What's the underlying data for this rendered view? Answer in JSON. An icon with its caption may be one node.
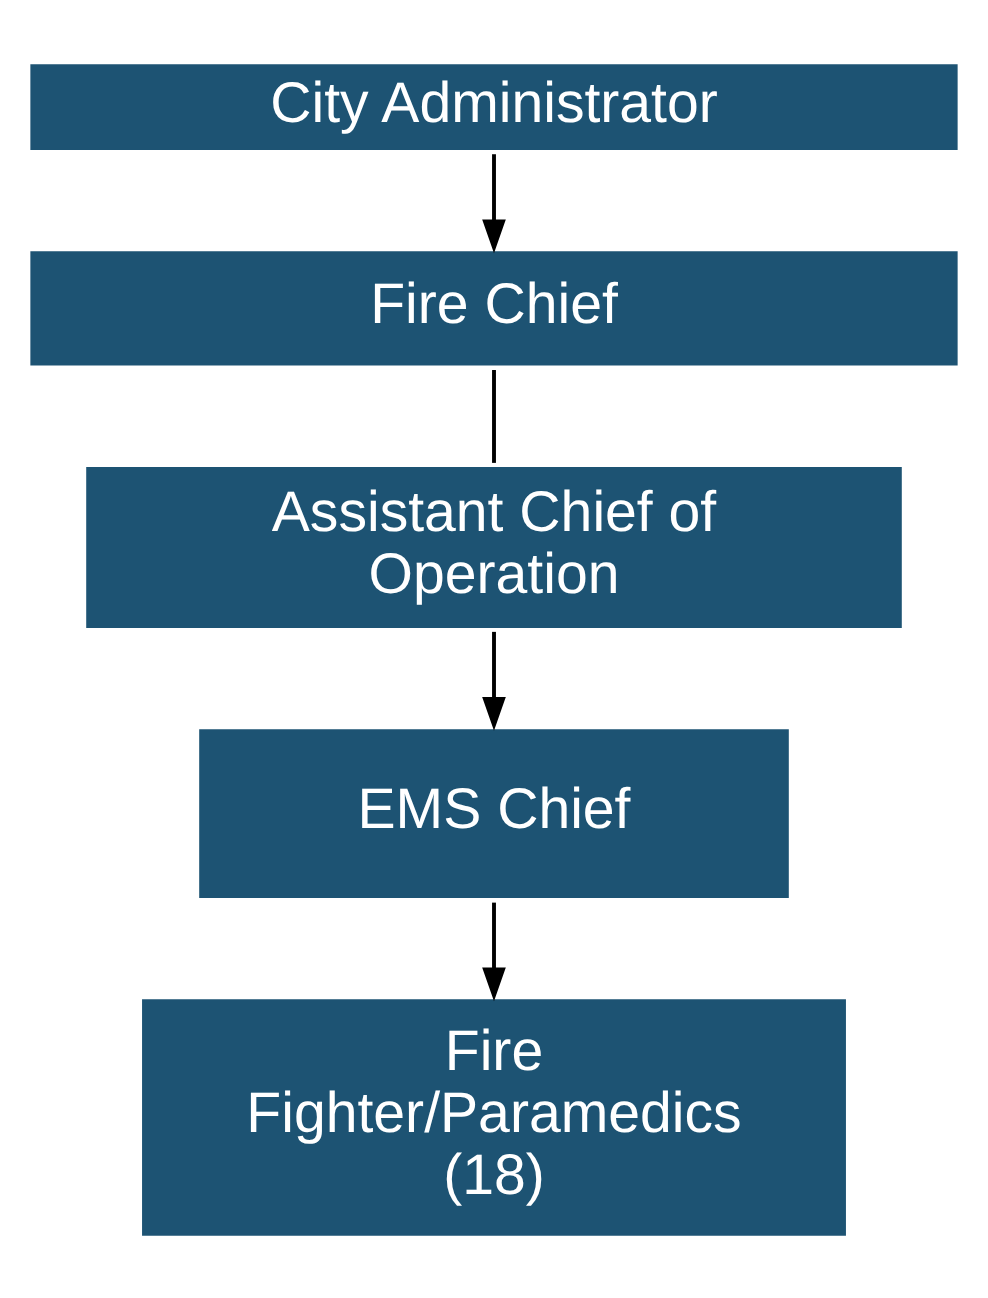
{
  "diagram": {
    "nodes": [
      {
        "text": [
          "City Administrator"
        ]
      },
      {
        "text": [
          "Fire Chief"
        ]
      },
      {
        "text": [
          "Assistant Chief of Operation"
        ]
      },
      {
        "text": [
          "EMS Chief"
        ]
      },
      {
        "text": [
          "Fire Fighter/Paramedics (18)"
        ]
      }
    ],
    "edges": [
      {
        "from": 0,
        "to": 1,
        "arrow": "to"
      },
      {
        "from": 1,
        "to": 2,
        "arrow": "none"
      },
      {
        "from": 2,
        "to": 3,
        "arrow": "to"
      },
      {
        "from": 3,
        "to": 4,
        "arrow": "to"
      }
    ]
  }
}
